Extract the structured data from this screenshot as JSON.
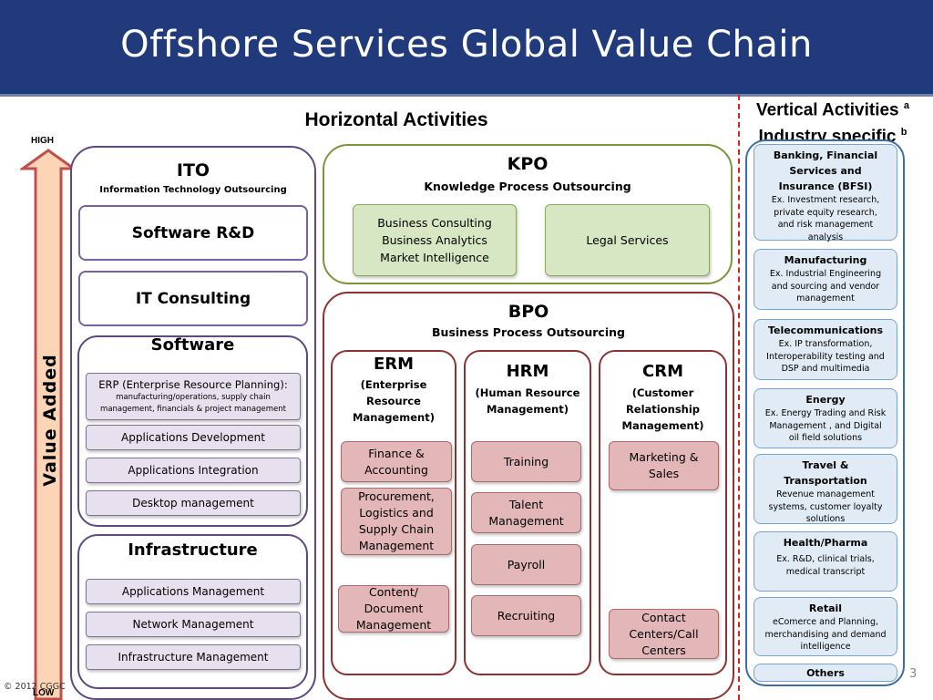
{
  "header": {
    "title": "Offshore Services Global Value Chain"
  },
  "labels": {
    "horizontal": "Horizontal Activities",
    "vertical_line1": "Vertical Activities",
    "vertical_sup1": "a",
    "vertical_line2": "Industry specific",
    "vertical_sup2": "b"
  },
  "axis": {
    "high": "HIGH",
    "low": "LOW",
    "value_added": "Value Added"
  },
  "ito": {
    "title": "ITO",
    "subtitle": "Information Technology Outsourcing",
    "boxes": [
      "Software R&D",
      "IT Consulting"
    ],
    "software": {
      "title": "Software",
      "erp_title": "ERP (Enterprise Resource Planning):",
      "erp_desc": "manufacturing/operations, supply chain management, financials & project management",
      "items": [
        "Applications Development",
        "Applications Integration",
        "Desktop management"
      ]
    },
    "infrastructure": {
      "title": "Infrastructure",
      "items": [
        "Applications Management",
        "Network Management",
        "Infrastructure Management"
      ]
    }
  },
  "kpo": {
    "title": "KPO",
    "subtitle": "Knowledge Process Outsourcing",
    "box1": [
      "Business Consulting",
      "Business Analytics",
      "Market Intelligence"
    ],
    "box2": "Legal Services"
  },
  "bpo": {
    "title": "BPO",
    "subtitle": "Business Process Outsourcing",
    "erm": {
      "title": "ERM",
      "sub": [
        "(Enterprise",
        "Resource",
        "Management)"
      ],
      "items": [
        [
          "Finance &",
          "Accounting"
        ],
        [
          "Procurement,",
          "Logistics and",
          "Supply Chain",
          "Management"
        ],
        [
          "Content/",
          "Document",
          "Management"
        ]
      ]
    },
    "hrm": {
      "title": "HRM",
      "sub": [
        "(Human Resource",
        "Management)"
      ],
      "items": [
        [
          "Training"
        ],
        [
          "Talent",
          "Management"
        ],
        [
          "Payroll"
        ],
        [
          "Recruiting"
        ]
      ]
    },
    "crm": {
      "title": "CRM",
      "sub": [
        "(Customer",
        "Relationship",
        "Management)"
      ],
      "items": [
        [
          "Marketing &",
          "Sales"
        ],
        [
          "Contact",
          "Centers/Call",
          "Centers"
        ]
      ]
    }
  },
  "vertical": [
    {
      "title": [
        "Banking, Financial",
        "Services and",
        "Insurance (BFSI)"
      ],
      "desc": [
        "Ex. Investment research,",
        "private equity research,",
        "and risk management",
        "analysis"
      ]
    },
    {
      "title": [
        "Manufacturing"
      ],
      "desc": [
        "Ex. Industrial Engineering",
        "and sourcing and vendor",
        "management"
      ]
    },
    {
      "title": [
        "Telecommunications"
      ],
      "desc": [
        "Ex. IP transformation,",
        "Interoperability testing and",
        "DSP and multimedia"
      ]
    },
    {
      "title": [
        "Energy"
      ],
      "desc": [
        "Ex. Energy Trading and Risk",
        "Management , and  Digital",
        "oil field solutions"
      ]
    },
    {
      "title": [
        "Travel &",
        "Transportation"
      ],
      "desc": [
        "Revenue management",
        "systems, customer loyalty",
        "solutions"
      ]
    },
    {
      "title": [
        "Health/Pharma"
      ],
      "desc": [
        "Ex. R&D, clinical trials,",
        "medical transcript"
      ]
    },
    {
      "title": [
        "Retail"
      ],
      "desc": [
        "eComerce and Planning,",
        "merchandising and demand",
        "intelligence"
      ]
    },
    {
      "title": [
        "Others"
      ],
      "desc": []
    }
  ],
  "footer": {
    "copyright": "© 2012 CGGC",
    "page": "3"
  },
  "colors": {
    "header": "#213a7b",
    "ito_border": "#5e4a7f",
    "kpo_border": "#7a963a",
    "bpo_border": "#8a3332",
    "vertical_border": "#3c6ea3",
    "arrow_fill": "#fbd5b5",
    "arrow_stroke": "#c0504d",
    "divider": "#e02020"
  }
}
